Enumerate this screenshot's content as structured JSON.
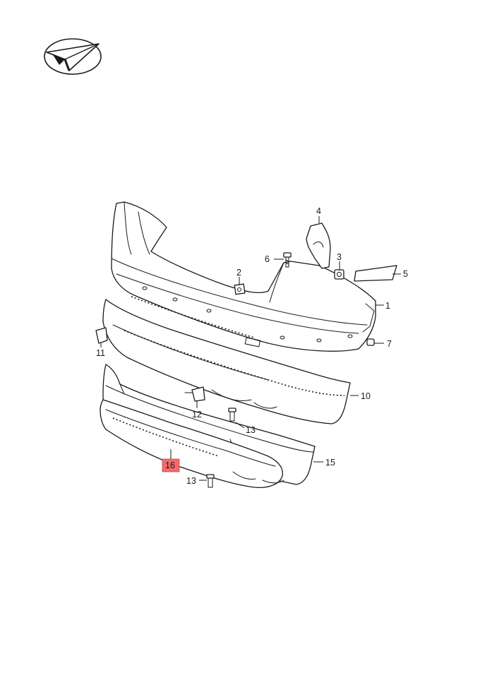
{
  "logo": {
    "icon": "paper-plane-logo-icon"
  },
  "colors": {
    "line": "#1a1a1a",
    "highlight": "#f26b6b",
    "background": "#ffffff"
  },
  "callouts": [
    {
      "id": "1",
      "label": "1"
    },
    {
      "id": "2",
      "label": "2"
    },
    {
      "id": "3",
      "label": "3"
    },
    {
      "id": "4",
      "label": "4"
    },
    {
      "id": "5",
      "label": "5"
    },
    {
      "id": "6",
      "label": "6"
    },
    {
      "id": "7",
      "label": "7"
    },
    {
      "id": "10",
      "label": "10"
    },
    {
      "id": "11",
      "label": "11"
    },
    {
      "id": "12",
      "label": "12"
    },
    {
      "id": "13a",
      "label": "13"
    },
    {
      "id": "13b",
      "label": "13"
    },
    {
      "id": "15",
      "label": "15"
    },
    {
      "id": "16",
      "label": "16",
      "highlighted": true
    }
  ]
}
